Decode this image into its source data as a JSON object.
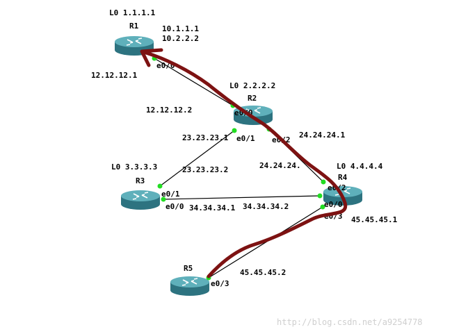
{
  "routers": [
    {
      "name": "R1",
      "loopback": "L0 1.1.1.1",
      "extra": [
        "10.1.1.1",
        "10.2.2.2"
      ]
    },
    {
      "name": "R2",
      "loopback": "L0 2.2.2.2"
    },
    {
      "name": "R3",
      "loopback": "L0 3.3.3.3"
    },
    {
      "name": "R4",
      "loopback": "L0 4.4.4.4"
    },
    {
      "name": "R5"
    }
  ],
  "ports": {
    "r1_e00": "e0/0",
    "r2_e00": "e0/0",
    "r2_e01": "e0/1",
    "r2_e02": "e0/2",
    "r3_e01": "e0/1",
    "r3_e00": "e0/0",
    "r4_e02": "e0/2",
    "r4_e00": "e0/0",
    "r4_e03": "e0/3",
    "r5_e03": "e0/3"
  },
  "ips": {
    "r1_r2_a": "12.12.12.1",
    "r1_r2_b": "12.12.12.2",
    "r2_r3_a": "23.23.23.1",
    "r2_r3_b": "23.23.23.2",
    "r2_r4": "24.24.24.1",
    "r4_r2": "24.24.24.",
    "r3_r4_a": "34.34.34.1",
    "r3_r4_b": "34.34.34.2",
    "r4_r5_a": "45.45.45.1",
    "r4_r5_b": "45.45.45.2"
  },
  "watermark": "http://blog.csdn.net/a9254778",
  "colors": {
    "path": "#7d1212",
    "port": "#22dd22",
    "router": "#3a8a96"
  }
}
